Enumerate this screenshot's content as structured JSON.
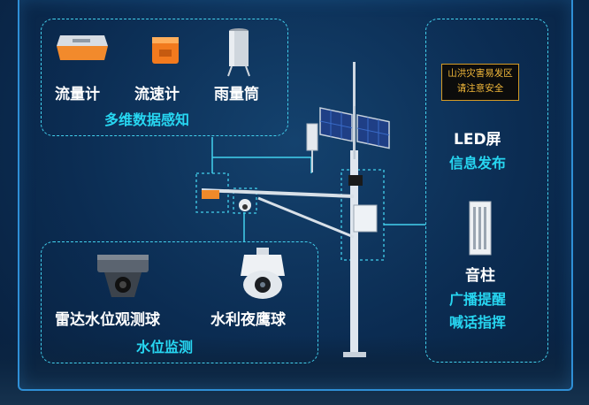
{
  "sensing": {
    "items": [
      {
        "label": "流量计",
        "icon": "flow-meter-icon"
      },
      {
        "label": "流速计",
        "icon": "velocity-meter-icon"
      },
      {
        "label": "雨量筒",
        "icon": "rain-gauge-icon"
      }
    ],
    "caption": "多维数据感知"
  },
  "monitoring": {
    "items": [
      {
        "label": "雷达水位观测球",
        "icon": "radar-dome-camera-icon"
      },
      {
        "label": "水利夜鹰球",
        "icon": "night-hawk-dome-camera-icon"
      }
    ],
    "caption": "水位监测"
  },
  "led": {
    "screen_line1": "山洪灾害易发区",
    "screen_line2": "请注意安全",
    "title": "LED屏",
    "subtitle": "信息发布"
  },
  "speaker": {
    "title": "音柱",
    "subtitle_line1": "广播提醒",
    "subtitle_line2": "喊话指挥"
  },
  "colors": {
    "accent": "#27d6f1",
    "dashed": "#43d1ee",
    "background": "#0b2c52"
  }
}
